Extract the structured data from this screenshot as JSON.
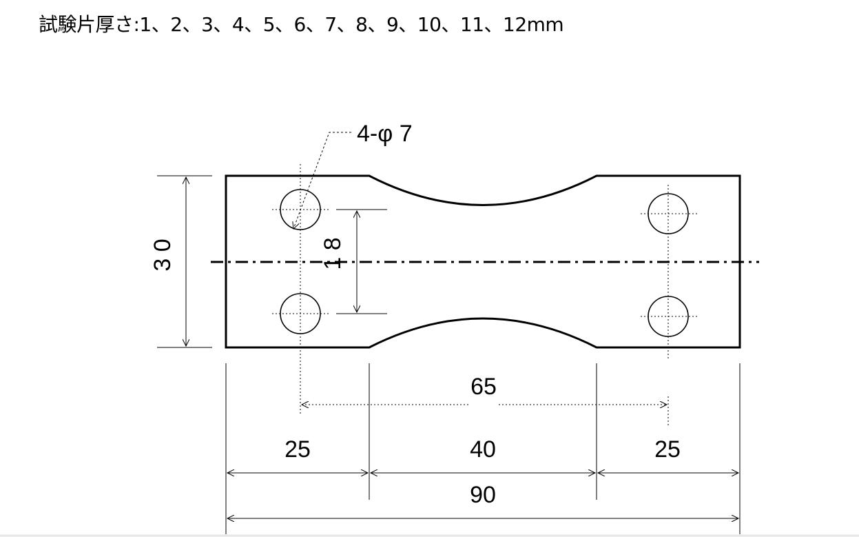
{
  "caption": {
    "text": "試験片厚さ:1、2、3、4、5、6、7、8、9、10、11、12mm"
  },
  "dimensions": {
    "hole_callout": "4-φ 7",
    "overall_height": "3 0",
    "neck_width": "1 8",
    "hole_pitch": "65",
    "left_grip": "25",
    "middle": "40",
    "right_grip": "25",
    "overall_length": "90"
  },
  "colors": {
    "line": "#000000",
    "background": "#ffffff"
  }
}
